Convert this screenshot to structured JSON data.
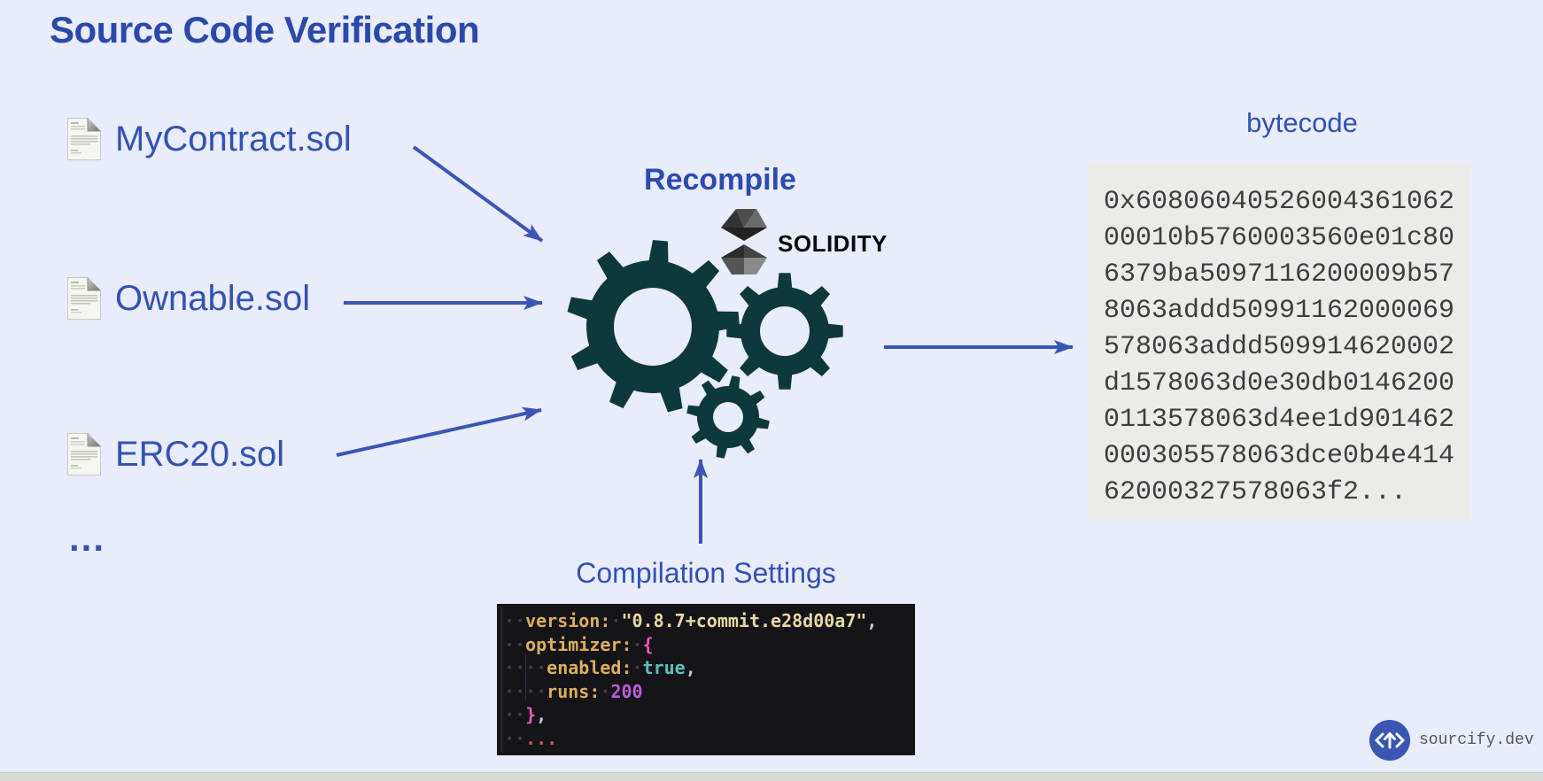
{
  "page": {
    "title": "Source Code Verification",
    "background_color": "#e8ecfb",
    "accent_blue": "#3352b1",
    "arrow_blue": "#3b55b5",
    "gear_teal": "#0d383c"
  },
  "source_files": {
    "items": [
      {
        "label": "MyContract.sol",
        "icon": "document-icon"
      },
      {
        "label": "Ownable.sol",
        "icon": "document-icon"
      },
      {
        "label": "ERC20.sol",
        "icon": "document-icon"
      }
    ],
    "more_label": "..."
  },
  "recompile": {
    "label": "Recompile",
    "compiler_name": "SOLIDITY",
    "compiler_logo": "solidity-logo"
  },
  "bytecode": {
    "label": "bytecode",
    "lines": [
      "0x60806040526004361062",
      "00010b5760003560e01c80",
      "6379ba5097116200009b57",
      "8063addd50991162000069",
      "578063addd509914620002",
      "d1578063d0e30db0146200",
      "0113578063d4ee1d901462",
      "000305578063dce0b4e414",
      "62000327578063f2..."
    ]
  },
  "compilation_settings": {
    "label": "Compilation Settings",
    "code_lines": [
      {
        "tokens": [
          {
            "c": "ws",
            "t": "··"
          },
          {
            "c": "key",
            "t": "version:"
          },
          {
            "c": "ws",
            "t": "·"
          },
          {
            "c": "str",
            "t": "\"0.8.7+commit.e28d00a7\""
          },
          {
            "c": "pun",
            "t": ","
          }
        ]
      },
      {
        "tokens": [
          {
            "c": "ws",
            "t": "··"
          },
          {
            "c": "key",
            "t": "optimizer:"
          },
          {
            "c": "ws",
            "t": "·"
          },
          {
            "c": "brace",
            "t": "{"
          }
        ]
      },
      {
        "tokens": [
          {
            "c": "ws",
            "t": "····"
          },
          {
            "c": "key",
            "t": "enabled:"
          },
          {
            "c": "ws",
            "t": "·"
          },
          {
            "c": "bool",
            "t": "true"
          },
          {
            "c": "pun",
            "t": ","
          }
        ]
      },
      {
        "tokens": [
          {
            "c": "ws",
            "t": "····"
          },
          {
            "c": "key",
            "t": "runs:"
          },
          {
            "c": "ws",
            "t": "·"
          },
          {
            "c": "num",
            "t": "200"
          }
        ]
      },
      {
        "tokens": [
          {
            "c": "ws",
            "t": "··"
          },
          {
            "c": "brace",
            "t": "}"
          },
          {
            "c": "pun",
            "t": ","
          }
        ]
      },
      {
        "tokens": [
          {
            "c": "ws",
            "t": "··"
          },
          {
            "c": "ell",
            "t": "..."
          }
        ]
      }
    ]
  },
  "footer": {
    "brand": "sourcify.dev"
  }
}
